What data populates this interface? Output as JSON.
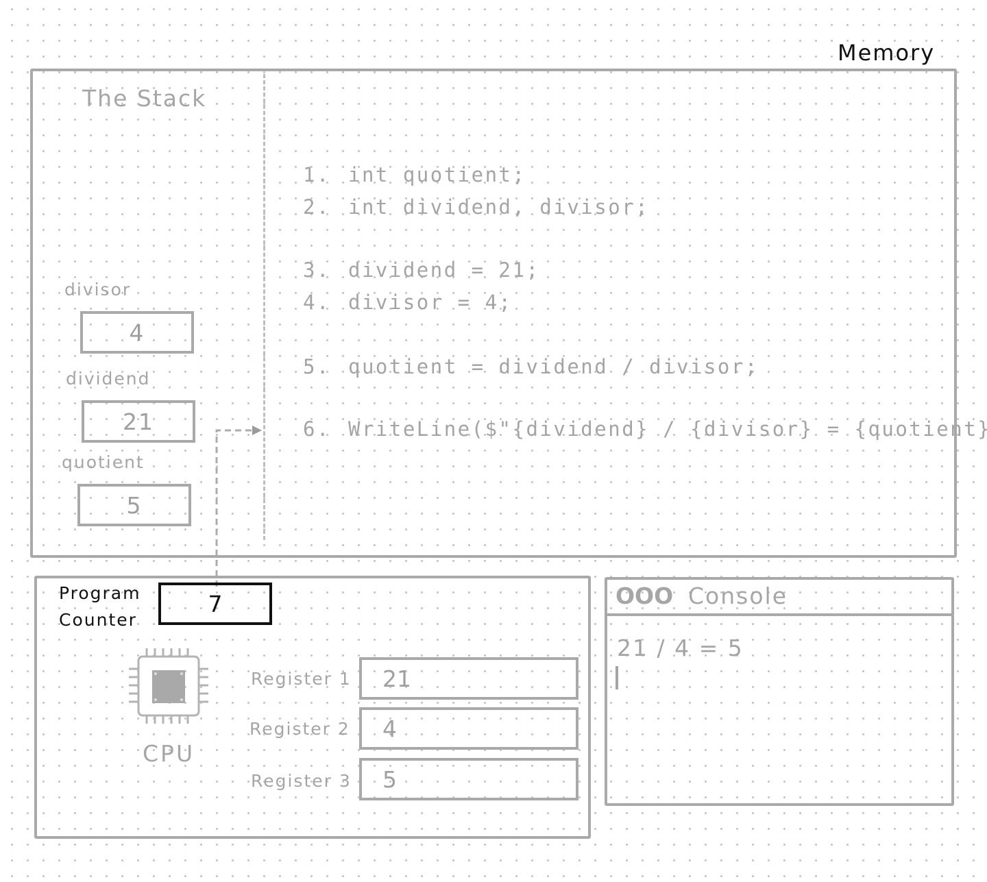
{
  "memory": {
    "title": "Memory",
    "stack": {
      "title": "The Stack",
      "variables": [
        {
          "name": "divisor",
          "value": "4"
        },
        {
          "name": "dividend",
          "value": "21"
        },
        {
          "name": "quotient",
          "value": "5"
        }
      ]
    },
    "code": [
      {
        "num": "1.",
        "text": "int quotient;"
      },
      {
        "num": "2.",
        "text": "int dividend, divisor;"
      },
      {
        "num": "3.",
        "text": "dividend = 21;"
      },
      {
        "num": "4.",
        "text": "divisor = 4;"
      },
      {
        "num": "5.",
        "text": "quotient = dividend / divisor;"
      },
      {
        "num": "6.",
        "text": "WriteLine($\"{dividend} / {divisor} = {quotient}\");"
      }
    ]
  },
  "cpu": {
    "program_counter_label_line1": "Program",
    "program_counter_label_line2": "Counter",
    "program_counter_value": "7",
    "label": "CPU",
    "chip_icon": "cpu-chip-icon",
    "registers": [
      {
        "label": "Register 1",
        "value": "21"
      },
      {
        "label": "Register 2",
        "value": "4"
      },
      {
        "label": "Register 3",
        "value": "5"
      }
    ]
  },
  "console": {
    "window_buttons": "OOO",
    "title": "Console",
    "output": "21 / 4 = 5"
  },
  "colors": {
    "frame": "#a9a9a9",
    "text_grey": "#a5a5a5",
    "text_dark": "#111111"
  }
}
